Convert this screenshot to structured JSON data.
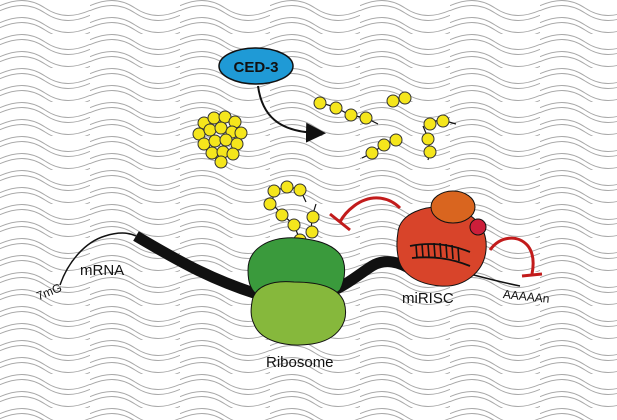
{
  "labels": {
    "ced3": "CED-3",
    "cap": "7mG",
    "mrna": "mRNA",
    "ribosome": "Ribosome",
    "mirisc": "miRISC",
    "polya": "AAAAAn"
  },
  "colors": {
    "background_pattern": "#9a9a9a",
    "ced3_fill": "#1f9ad6",
    "bead_fill": "#f5e61c",
    "bead_stroke": "#333333",
    "ribosome_small": "#3a9a3c",
    "ribosome_large": "#86b83c",
    "mirisc_body": "#d8442a",
    "mirisc_cap": "#d9651f",
    "mirisc_dot": "#cc1e3a",
    "inhibition": "#c21b1b",
    "strand": "#111111"
  },
  "icons": {
    "arrow": "cleavage-arrow-icon",
    "inhibit": "inhibition-bar-icon"
  }
}
